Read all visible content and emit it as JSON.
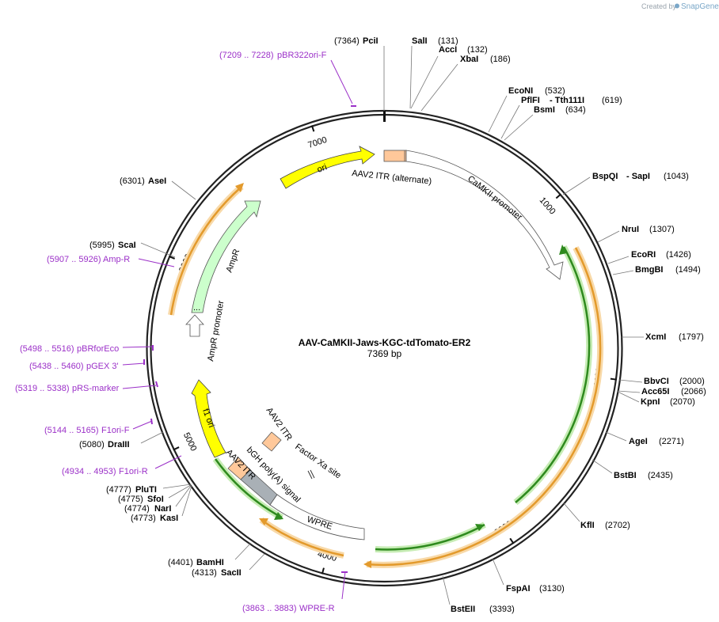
{
  "credit": {
    "prefix": "Created by",
    "brand": "SnapGene"
  },
  "map": {
    "name": "AAV-CaMKII-Jaws-KGC-tdTomato-ER2",
    "length_label": "7369 bp",
    "total": 7369
  },
  "colors": {
    "ring": "#222222",
    "primer": "#9b30c8",
    "orange": "#e39a2c",
    "green": "#2e8a1e",
    "yellow": "#ffff00",
    "ampr": "#ccffcc",
    "itr": "#ffc89a",
    "bgh": "#a9b0b6"
  },
  "tick_marks": [
    {
      "text": "1000",
      "pos": 1000
    },
    {
      "text": "2000",
      "pos": 2000
    },
    {
      "text": "3000",
      "pos": 3000
    },
    {
      "text": "4000",
      "pos": 4000
    },
    {
      "text": "5000",
      "pos": 5000
    },
    {
      "text": "6000",
      "pos": 6000
    },
    {
      "text": "7000",
      "pos": 7000
    }
  ],
  "sites": [
    {
      "name": "PciI",
      "num": "(7364)"
    },
    {
      "name": "SalI",
      "num": "(131)"
    },
    {
      "name": "AccI",
      "num": "(132)"
    },
    {
      "name": "XbaI",
      "num": "(186)"
    },
    {
      "name": "EcoNI",
      "num": "(532)"
    },
    {
      "name": "PflFI",
      "num": ""
    },
    {
      "name": "- Tth111I",
      "num": "(619)"
    },
    {
      "name": "BsmI",
      "num": "(634)"
    },
    {
      "name": "BspQI",
      "num": ""
    },
    {
      "name": "- SapI",
      "num": "(1043)"
    },
    {
      "name": "NruI",
      "num": "(1307)"
    },
    {
      "name": "EcoRI",
      "num": "(1426)"
    },
    {
      "name": "BmgBI",
      "num": "(1494)"
    },
    {
      "name": "XcmI",
      "num": "(1797)"
    },
    {
      "name": "BbvCI",
      "num": "(2000)"
    },
    {
      "name": "Acc65I",
      "num": "(2066)"
    },
    {
      "name": "KpnI",
      "num": "(2070)"
    },
    {
      "name": "AgeI",
      "num": "(2271)"
    },
    {
      "name": "BstBI",
      "num": "(2435)"
    },
    {
      "name": "KflI",
      "num": "(2702)"
    },
    {
      "name": "FspAI",
      "num": "(3130)"
    },
    {
      "name": "BstEII",
      "num": "(3393)"
    },
    {
      "name": "SacII",
      "num": "(4313)"
    },
    {
      "name": "BamHI",
      "num": "(4401)"
    },
    {
      "name": "KasI",
      "num": "(4773)"
    },
    {
      "name": "NarI",
      "num": "(4774)"
    },
    {
      "name": "SfoI",
      "num": "(4775)"
    },
    {
      "name": "PluTI",
      "num": "(4777)"
    },
    {
      "name": "DraIII",
      "num": "(5080)"
    },
    {
      "name": "ScaI",
      "num": "(5995)"
    },
    {
      "name": "AseI",
      "num": "(6301)"
    }
  ],
  "primers": [
    {
      "range": "(7209 .. 7228)",
      "name": "pBR322ori-F"
    },
    {
      "range": "(5907 .. 5926)",
      "name": "Amp-R"
    },
    {
      "range": "(5498 .. 5516)",
      "name": "pBRforEco"
    },
    {
      "range": "(5438 .. 5460)",
      "name": "pGEX 3'"
    },
    {
      "range": "(5319 .. 5338)",
      "name": "pRS-marker"
    },
    {
      "range": "(5144 .. 5165)",
      "name": "F1ori-F"
    },
    {
      "range": "(4934 .. 4953)",
      "name": "F1ori-R"
    },
    {
      "range": "(3863 .. 3883)",
      "name": "WPRE-R"
    }
  ],
  "features": [
    {
      "name": "ori"
    },
    {
      "name": "AAV2 ITR (alternate)"
    },
    {
      "name": "CaMKII promoter"
    },
    {
      "name": "AmpR"
    },
    {
      "name": "AmpR promoter"
    },
    {
      "name": "f1 ori"
    },
    {
      "name": "AAV2 ITR"
    },
    {
      "name": "bGH poly(A) signal"
    },
    {
      "name": "AAV2 ITR"
    },
    {
      "name": "Factor Xa site"
    },
    {
      "name": "WPRE"
    }
  ]
}
